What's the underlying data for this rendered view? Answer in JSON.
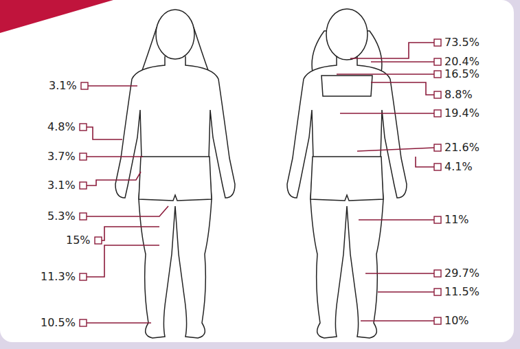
{
  "diagram": {
    "labels": [
      "3.1%",
      "4.8%",
      "3.7%",
      "3.1%",
      "5.3%",
      "15%",
      "11.3%",
      "10.5%",
      "73.5%",
      "20.4%",
      "16.5%",
      "8.8%",
      "19.4%",
      "21.6%",
      "4.1%",
      "11%",
      "29.7%",
      "11.5%",
      "10%"
    ]
  }
}
